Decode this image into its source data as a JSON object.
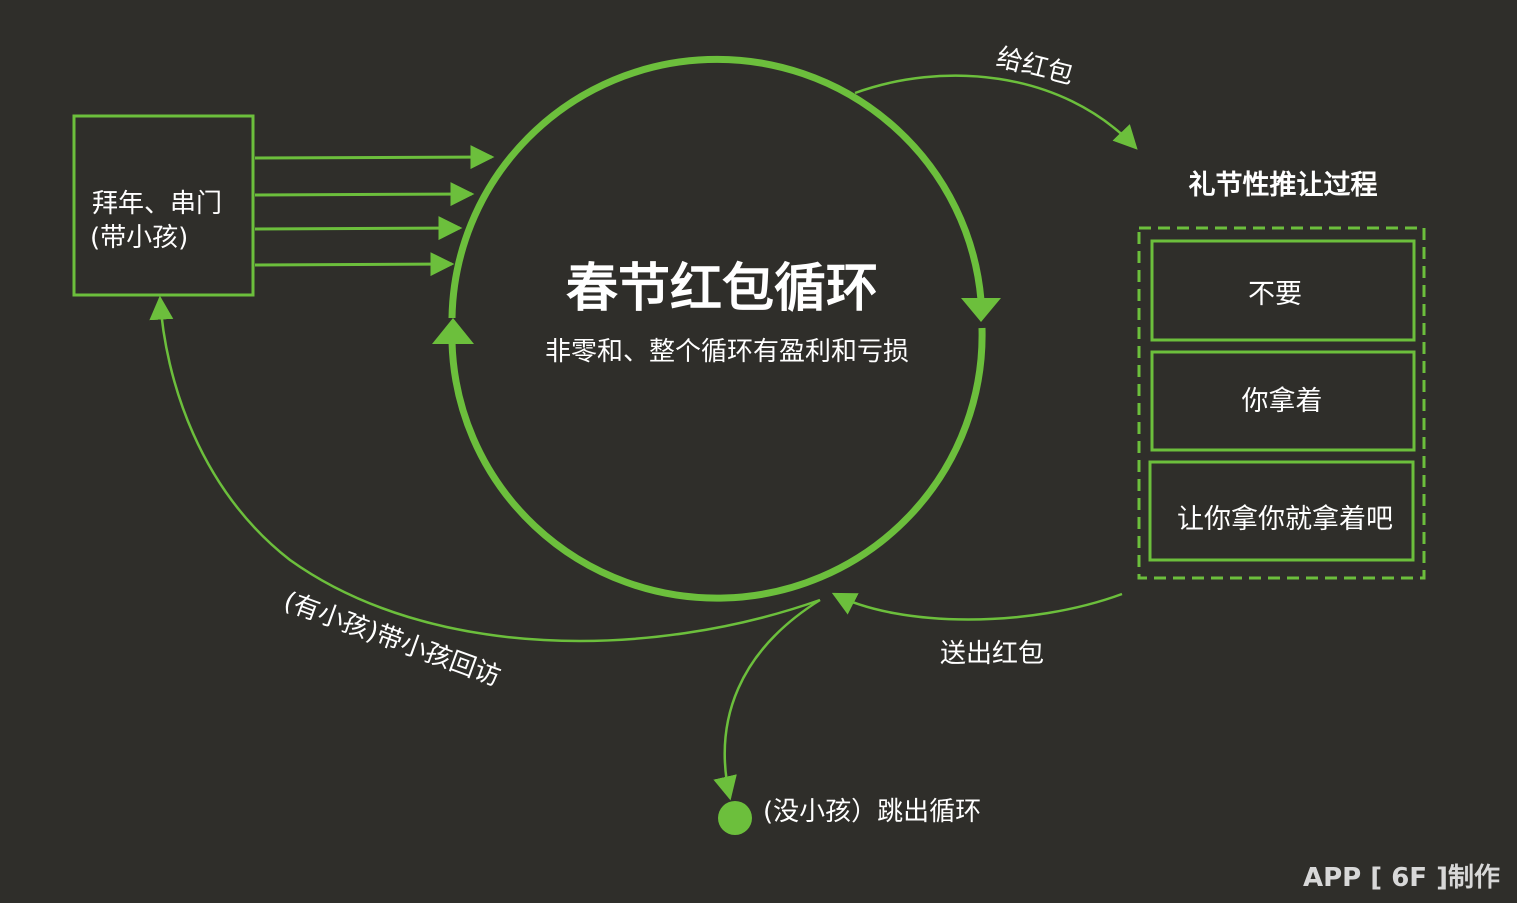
{
  "colors": {
    "background": "#2f2e2a",
    "accent": "#6cbf3c",
    "text": "#ffffff",
    "watermark": "#d8d8d8"
  },
  "center": {
    "title": "春节红包循环",
    "subtitle": "非零和、整个循环有盈利和亏损"
  },
  "left_box": {
    "line1": "拜年、串门",
    "line2": "(带小孩)"
  },
  "edges": {
    "give": "给红包",
    "send": "送出红包",
    "return_visit": "(有小孩)带小孩回访",
    "exit": "(没小孩）跳出循环"
  },
  "process": {
    "title": "礼节性推让过程",
    "steps": [
      "不要",
      "你拿着",
      "让你拿你就拿着吧"
    ]
  },
  "watermark": "APP [ 6F ]制作"
}
